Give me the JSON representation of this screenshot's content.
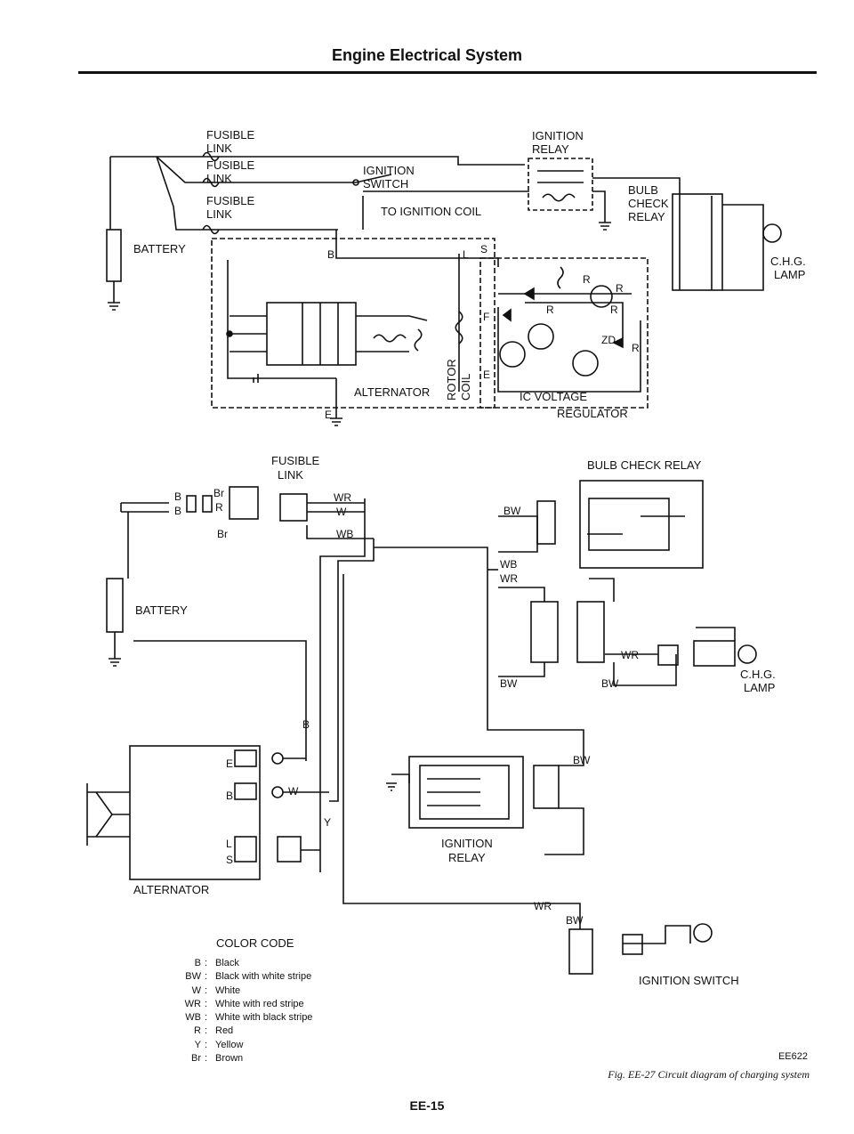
{
  "header": {
    "title": "Engine Electrical System"
  },
  "top_diagram": {
    "fusible_link_1": [
      "FUSIBLE",
      "LINK"
    ],
    "fusible_link_2": [
      "FUSIBLE",
      "LINK"
    ],
    "fusible_link_3": [
      "FUSIBLE",
      "LINK"
    ],
    "battery": "BATTERY",
    "ignition_switch": [
      "IGNITION",
      "SWITCH"
    ],
    "to_ignition_coil": "TO IGNITION COIL",
    "ignition_relay": [
      "IGNITION",
      "RELAY"
    ],
    "bulb_check_relay": [
      "BULB",
      "CHECK",
      "RELAY"
    ],
    "chg_lamp": [
      "C.H.G.",
      "LAMP"
    ],
    "alternator": "ALTERNATOR",
    "rotor_coil": [
      "ROTOR",
      "COIL"
    ],
    "ic_voltage_regulator": [
      "IC VOLTAGE",
      "REGULATOR"
    ],
    "terminals": {
      "b": "B",
      "l": "L",
      "s": "S",
      "f": "F",
      "e": "E",
      "e2": "E"
    },
    "resistors": {
      "r1": "R",
      "r2": "R",
      "r3": "R",
      "r4": "R",
      "r5": "R",
      "zd": "ZD"
    }
  },
  "bottom_diagram": {
    "fusible_link": [
      "FUSIBLE",
      "LINK"
    ],
    "battery": "BATTERY",
    "bulb_check_relay": "BULB CHECK RELAY",
    "chg_lamp": [
      "C.H.G.",
      "LAMP"
    ],
    "alternator": "ALTERNATOR",
    "ignition_relay": [
      "IGNITION",
      "RELAY"
    ],
    "ignition_switch": "IGNITION SWITCH",
    "alternator_terminals": [
      "E",
      "B",
      "L",
      "S"
    ],
    "wires": {
      "b1": "B",
      "b2": "B",
      "br1": "Br",
      "r": "R",
      "br2": "Br",
      "wr1": "WR",
      "w": "W",
      "wb1": "WB",
      "bw1": "BW",
      "wb2": "WB",
      "wr2": "WR",
      "bw2": "BW",
      "bw3": "BW",
      "wr3": "WR",
      "b3": "B",
      "w2": "W",
      "y": "Y",
      "bw4": "BW",
      "wr4": "WR",
      "bw5": "BW"
    }
  },
  "color_code": {
    "title": "COLOR CODE",
    "items": [
      {
        "code": "B",
        "desc": "Black"
      },
      {
        "code": "BW",
        "desc": "Black with white stripe"
      },
      {
        "code": "W",
        "desc": "White"
      },
      {
        "code": "WR",
        "desc": "White with red stripe"
      },
      {
        "code": "WB",
        "desc": "White with black stripe"
      },
      {
        "code": "R",
        "desc": "Red"
      },
      {
        "code": "Y",
        "desc": "Yellow"
      },
      {
        "code": "Br",
        "desc": "Brown"
      }
    ]
  },
  "figure": {
    "id": "EE622",
    "caption": "Fig. EE-27 Circuit diagram of charging system"
  },
  "footer": {
    "page": "EE-15"
  }
}
